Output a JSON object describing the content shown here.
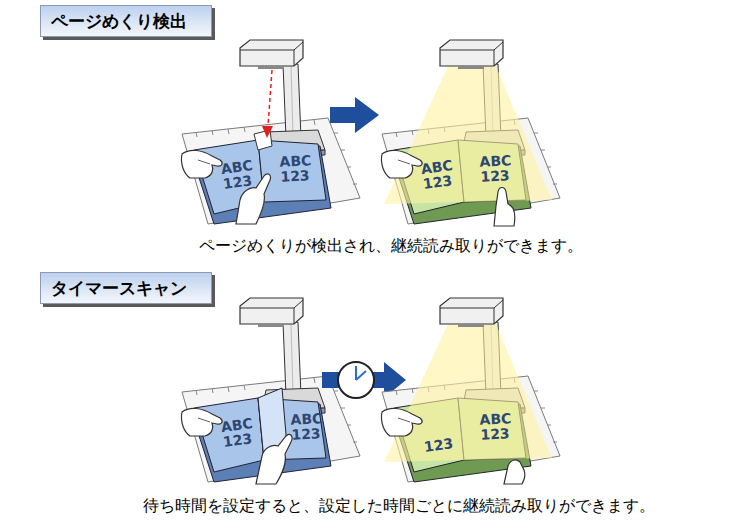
{
  "diagram": {
    "nodes": [
      {
        "text": [
          "ページめくり検出"
        ]
      },
      {
        "text": [
          "タイマースキャン"
        ]
      }
    ],
    "labels": [
      "ABC 123",
      "ABC 123",
      "ABC 123",
      "ABC 123",
      "ページめくりが検出され、継続読み取りができます。",
      "ABC 123",
      "ABC 123",
      "123",
      "ABC 123",
      "待ち時間を設定すると、設定した時間ごとに継続読み取りができます。"
    ]
  }
}
